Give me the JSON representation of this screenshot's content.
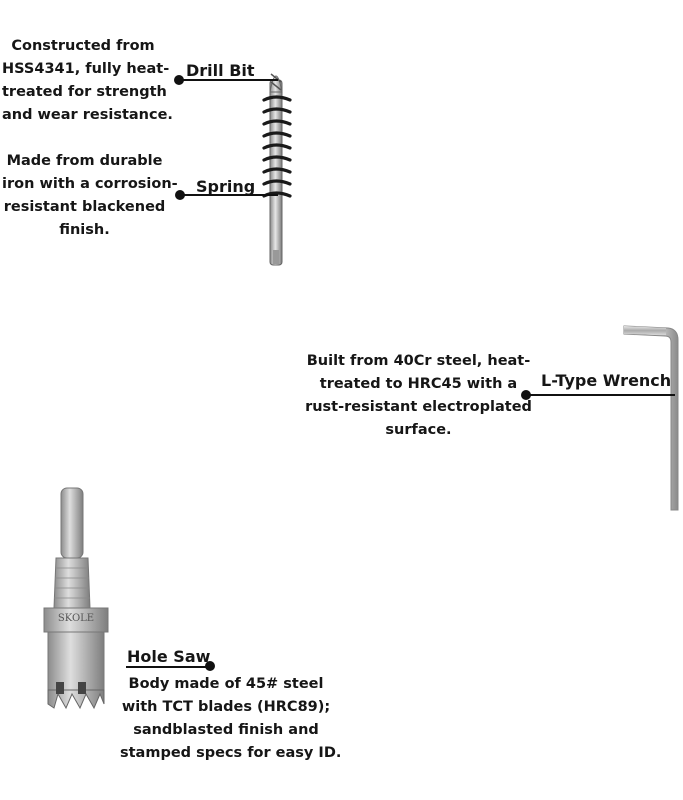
{
  "parts": {
    "drill_bit": {
      "label": "Drill Bit",
      "description": [
        "Constructed from",
        "HSS4341, fully heat-",
        "treated for strength",
        "and wear resistance."
      ]
    },
    "spring": {
      "label": "Spring",
      "description": [
        "Made from durable",
        "iron with a corrosion-",
        "resistant blackened",
        "finish."
      ]
    },
    "l_type_wrench": {
      "label": "L-Type Wrench",
      "description": [
        "Built from 40Cr steel, heat-",
        "treated to HRC45 with a",
        "rust-resistant electroplated",
        "surface."
      ]
    },
    "hole_saw": {
      "label": "Hole Saw",
      "description": [
        "Body made of 45# steel",
        "with TCT blades (HRC89);",
        "sandblasted finish and",
        "stamped specs for easy ID."
      ],
      "stamp": "SKOLE"
    }
  }
}
